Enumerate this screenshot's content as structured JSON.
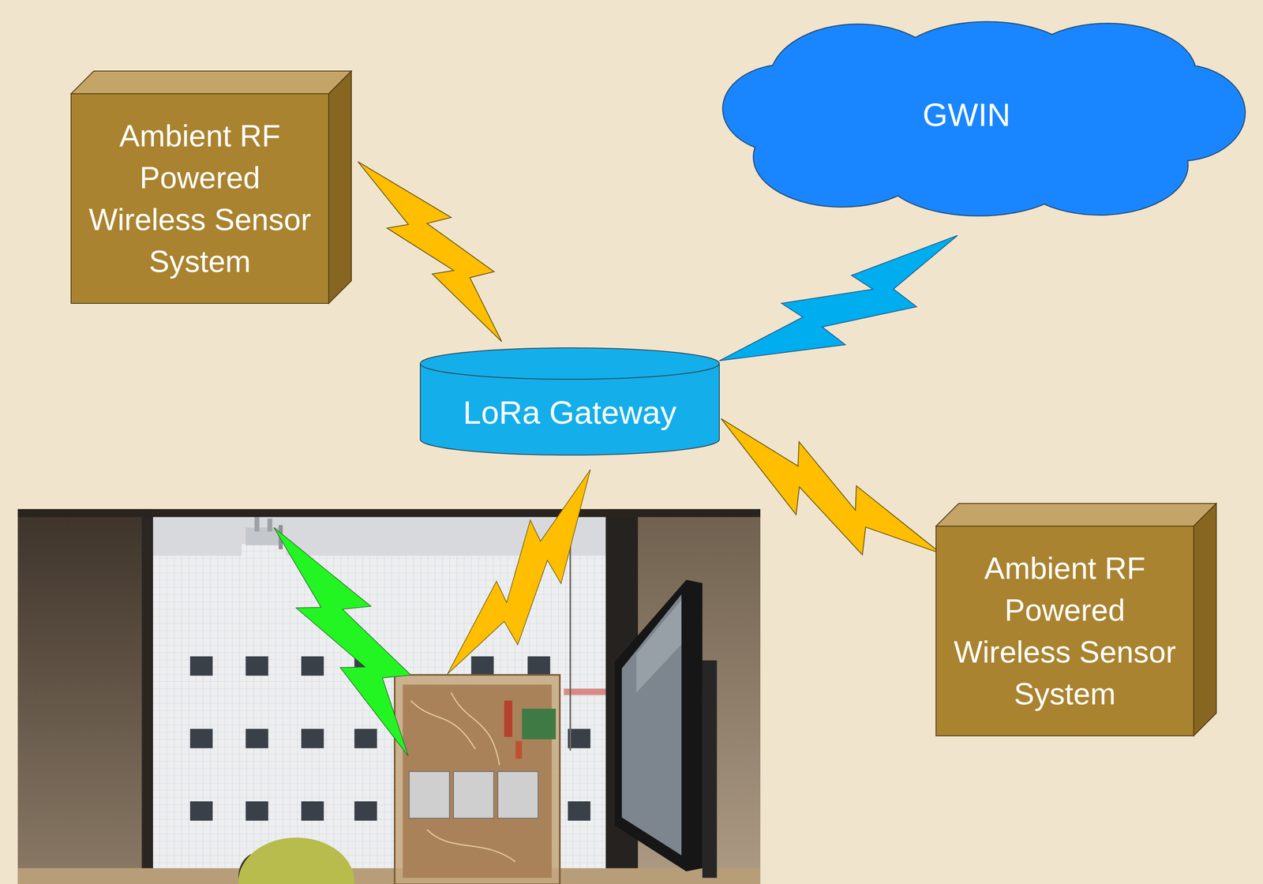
{
  "diagram": {
    "nodes": [
      {
        "text": [
          "Ambient RF Powered Wireless Sensor System"
        ]
      },
      {
        "text": [
          "GWIN"
        ]
      },
      {
        "text": [
          "LoRa Gateway"
        ]
      },
      {
        "text": [
          "Ambient RF Powered Wireless Sensor System"
        ]
      }
    ],
    "edges": [
      {
        "from": 0,
        "to": 2,
        "arrow": "none"
      },
      {
        "from": 2,
        "to": 1,
        "arrow": "none"
      },
      {
        "from": 2,
        "to": 3,
        "arrow": "none"
      }
    ]
  }
}
